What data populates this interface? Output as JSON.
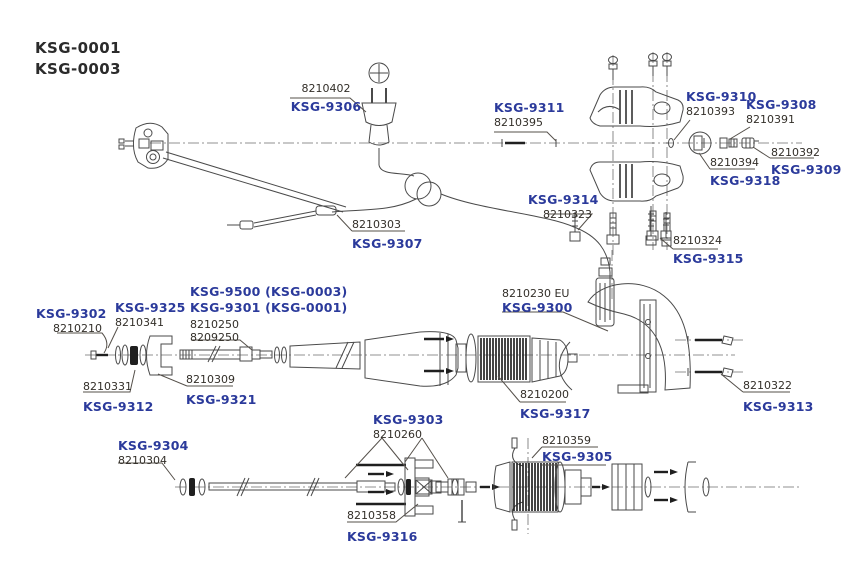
{
  "title": {
    "model1": "KSG-0001",
    "model2": "KSG-0003"
  },
  "colors": {
    "ref_blue": "#2b3a9b",
    "part_black": "#332f29",
    "line_gray": "#4a4a4a"
  },
  "labels": {
    "b9306": {
      "num": "8210402",
      "ref": "KSG-9306"
    },
    "b9311": {
      "ref": "KSG-9311",
      "num": "8210395"
    },
    "b9310": {
      "ref": "KSG-9310",
      "num": "8210393"
    },
    "b9308": {
      "ref": "KSG-9308",
      "num": "8210391"
    },
    "b9309": {
      "num": "8210392",
      "ref": "KSG-9309"
    },
    "b9318": {
      "num": "8210394",
      "ref": "KSG-9318"
    },
    "b9314": {
      "ref": "KSG-9314",
      "num": "8210323"
    },
    "b9315": {
      "num": "8210324",
      "ref": "KSG-9315"
    },
    "b9307": {
      "num": "8210303",
      "ref": "KSG-9307"
    },
    "b9300": {
      "num": "8210230 EU",
      "ref": "KSG-9300"
    },
    "b9302": {
      "ref": "KSG-9302",
      "num": "8210210"
    },
    "b9325": {
      "ref": "KSG-9325",
      "num": "8210341"
    },
    "b9312": {
      "num": "8210331",
      "ref": "KSG-9312"
    },
    "b9500": {
      "ref1": "KSG-9500 (KSG-0003)",
      "ref2": "KSG-9301 (KSG-0001)",
      "num1": "8210250",
      "num2": "8209250"
    },
    "b9321": {
      "num": "8210309",
      "ref": "KSG-9321"
    },
    "b9317": {
      "num": "8210200",
      "ref": "KSG-9317"
    },
    "b9313": {
      "num": "8210322",
      "ref": "KSG-9313"
    },
    "b9303": {
      "ref": "KSG-9303",
      "num": "8210260"
    },
    "b9304": {
      "ref": "KSG-9304",
      "num": "8210304"
    },
    "b9305": {
      "num": "8210359",
      "ref": "KSG-9305"
    },
    "b9316": {
      "num": "8210358",
      "ref": "KSG-9316"
    }
  }
}
